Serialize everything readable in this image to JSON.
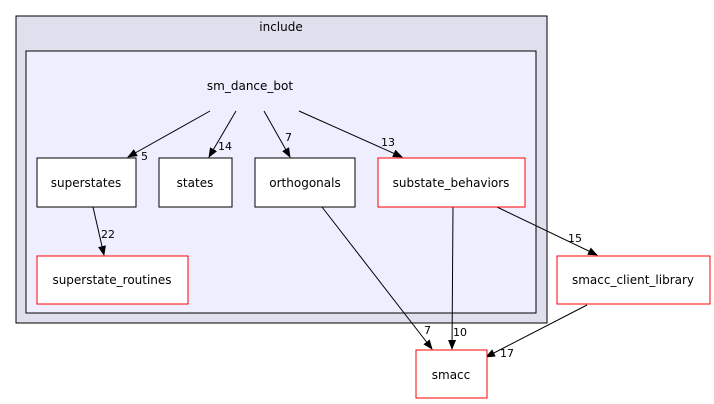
{
  "colors": {
    "outer_cluster_fill": "#dfdfee",
    "inner_cluster_fill": "#eeeeff",
    "cluster_border": "#000000",
    "node_black_border": "#000000",
    "node_red_border": "#ff0000",
    "edge_color": "#000000"
  },
  "clusters": {
    "outer": {
      "label": "include"
    },
    "inner": {
      "label": "sm_dance_bot"
    }
  },
  "nodes": {
    "superstates": {
      "label": "superstates",
      "border": "black"
    },
    "states": {
      "label": "states",
      "border": "black"
    },
    "orthogonals": {
      "label": "orthogonals",
      "border": "black"
    },
    "substate_behaviors": {
      "label": "substate_behaviors",
      "border": "red"
    },
    "superstate_routines": {
      "label": "superstate_routines",
      "border": "red"
    },
    "smacc_client_library": {
      "label": "smacc_client_library",
      "border": "red"
    },
    "smacc": {
      "label": "smacc",
      "border": "red"
    }
  },
  "edges": {
    "to_superstates": {
      "from": "sm_dance_bot",
      "to": "superstates",
      "weight": "5"
    },
    "to_states": {
      "from": "sm_dance_bot",
      "to": "states",
      "weight": "14"
    },
    "to_orthogonals": {
      "from": "sm_dance_bot",
      "to": "orthogonals",
      "weight": "7"
    },
    "to_substate_behaviors": {
      "from": "sm_dance_bot",
      "to": "substate_behaviors",
      "weight": "13"
    },
    "superstates_to_routines": {
      "from": "superstates",
      "to": "superstate_routines",
      "weight": "22"
    },
    "orthogonals_to_smacc": {
      "from": "orthogonals",
      "to": "smacc",
      "weight": "7"
    },
    "behaviors_to_smacc": {
      "from": "substate_behaviors",
      "to": "smacc",
      "weight": "10"
    },
    "behaviors_to_client_lib": {
      "from": "substate_behaviors",
      "to": "smacc_client_library",
      "weight": "15"
    },
    "client_lib_to_smacc": {
      "from": "smacc_client_library",
      "to": "smacc",
      "weight": "17"
    }
  }
}
